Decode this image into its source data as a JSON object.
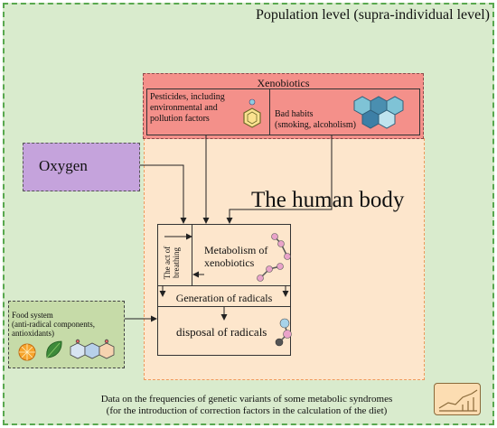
{
  "population": {
    "title": "Population level (supra-individual level)"
  },
  "xenobiotics": {
    "title": "Xenobiotics",
    "pesticides": [
      "Pesticides, including",
      "environmental and",
      "pollution factors"
    ],
    "bad_habits": [
      "Bad habits",
      "(smoking, alcoholism)"
    ]
  },
  "oxygen": {
    "label": "Oxygen"
  },
  "body": {
    "title": "The human body"
  },
  "process": {
    "breathing": [
      "The act of",
      "breathing"
    ],
    "metabolism": [
      "Metabolism of",
      "xenobiotics"
    ],
    "generation": "Generation of radicals",
    "disposal": "disposal of radicals"
  },
  "food": {
    "lines": [
      "Food system",
      "(anti-radical components,",
      "antioxidants)"
    ]
  },
  "genetics": {
    "lines": [
      "Data on the frequencies of genetic variants of some metabolic syndromes",
      "(for the introduction of correction factors in the calculation of the diet)"
    ]
  },
  "colors": {
    "population_bg": "#d9ebcd",
    "population_border": "#59a84f",
    "xeno_bg": "#f4908a",
    "xeno_border": "#8c4a4a",
    "oxygen_bg": "#c5a3dc",
    "body_bg": "#fde6cc",
    "body_border": "#ee9a5c",
    "food_bg": "#c6dba8",
    "chart_icon_bg": "#fcddb2"
  }
}
